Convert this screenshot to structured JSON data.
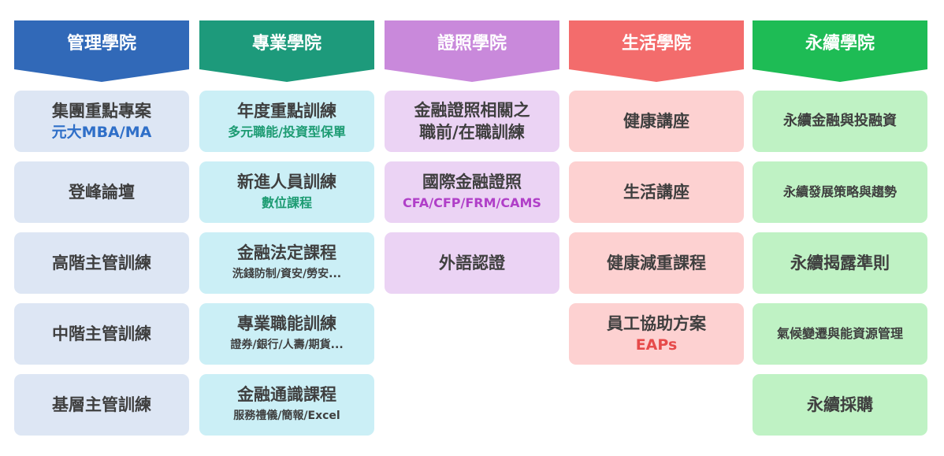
{
  "colors": {
    "management_header": "#3169b8",
    "professional_header": "#1d9a7b",
    "license_header": "#c989db",
    "life_header": "#f36c6c",
    "sustainability_header": "#1ebc55",
    "management_card": "#dde6f4",
    "professional_card": "#cbeff6",
    "license_card": "#ebd3f4",
    "life_card": "#fdd1d1",
    "sustainability_card": "#bff2c4",
    "accent_blue": "#2f6fc8",
    "accent_teal": "#1c9b72",
    "accent_purple": "#b03fc8",
    "accent_red": "#e64a4a"
  },
  "columns": [
    {
      "header": "管理學院",
      "items": [
        {
          "main": "集團重點專案",
          "sub": "元大MBA/MA"
        },
        {
          "main": "登峰論壇"
        },
        {
          "main": "高階主管訓練"
        },
        {
          "main": "中階主管訓練"
        },
        {
          "main": "基層主管訓練"
        }
      ]
    },
    {
      "header": "專業學院",
      "items": [
        {
          "main": "年度重點訓練",
          "sub": "多元職能/投資型保單"
        },
        {
          "main": "新進人員訓練",
          "sub": "數位課程"
        },
        {
          "main": "金融法定課程",
          "sub": "洗錢防制/資安/勞安..."
        },
        {
          "main": "專業職能訓練",
          "sub": "證券/銀行/人壽/期貨..."
        },
        {
          "main": "金融通識課程",
          "sub": "服務禮儀/簡報/Excel"
        }
      ]
    },
    {
      "header": "證照學院",
      "items": [
        {
          "main": "金融證照相關之",
          "main2": "職前/在職訓練"
        },
        {
          "main": "國際金融證照",
          "sub": "CFA/CFP/FRM/CAMS"
        },
        {
          "main": "外語認證"
        }
      ]
    },
    {
      "header": "生活學院",
      "items": [
        {
          "main": "健康講座"
        },
        {
          "main": "生活講座"
        },
        {
          "main": "健康減重課程"
        },
        {
          "main": "員工協助方案",
          "sub": "EAPs"
        }
      ]
    },
    {
      "header": "永續學院",
      "items": [
        {
          "main": "永續金融與投融資"
        },
        {
          "main": "永續發展策略與趨勢"
        },
        {
          "main": "永續揭露準則"
        },
        {
          "main": "氣候變遷與能資源管理"
        },
        {
          "main": "永續採購"
        }
      ]
    }
  ]
}
